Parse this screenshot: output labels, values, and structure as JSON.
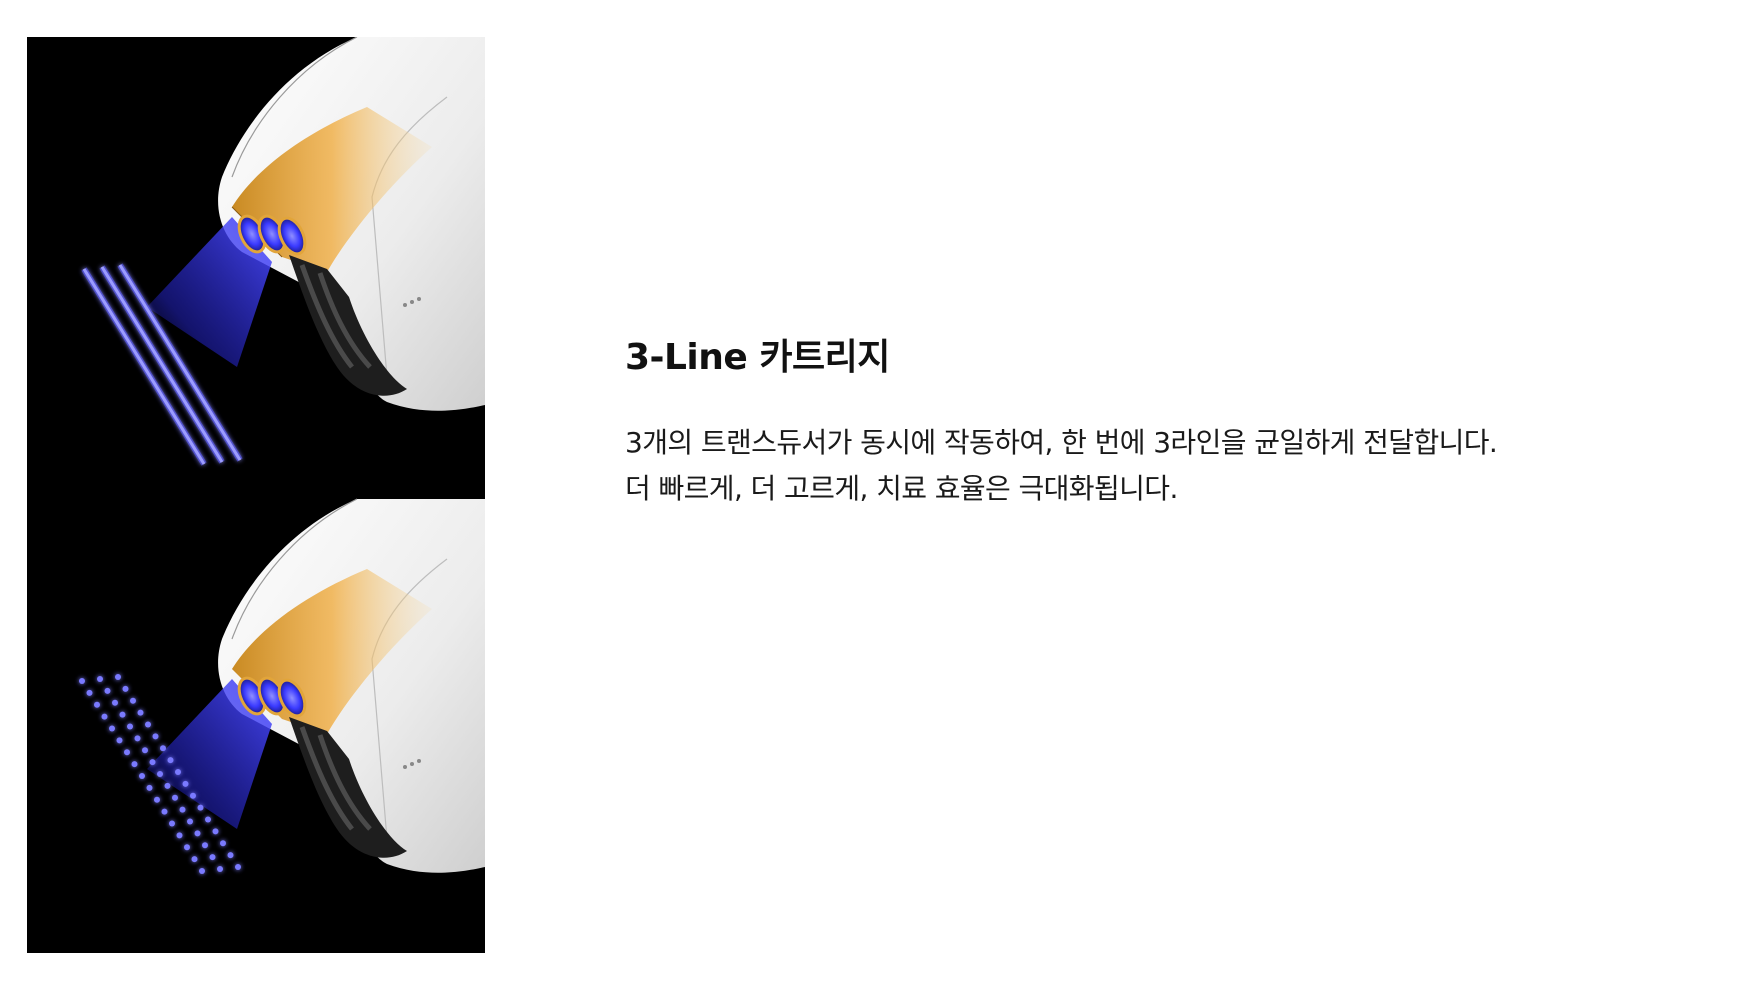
{
  "product": {
    "title": "3-Line 카트리지",
    "description_lines": [
      "3개의 트랜스듀서가 동시에 작동하여, 한 번에 3라인을 균일하게 전달합니다.",
      "더 빠르게, 더 고르게, 치료 효율은 극대화됩니다."
    ]
  },
  "illustration": {
    "panels": [
      {
        "name": "line-mode",
        "pattern": "3 continuous lines"
      },
      {
        "name": "dot-mode",
        "pattern": "3 rows of dots"
      }
    ],
    "colors": {
      "background": "#000000",
      "device_body": "#eeeeee",
      "cartridge": "#e2a53a",
      "beam": "#3b3bff",
      "line_glow": "#6f6fff"
    }
  }
}
